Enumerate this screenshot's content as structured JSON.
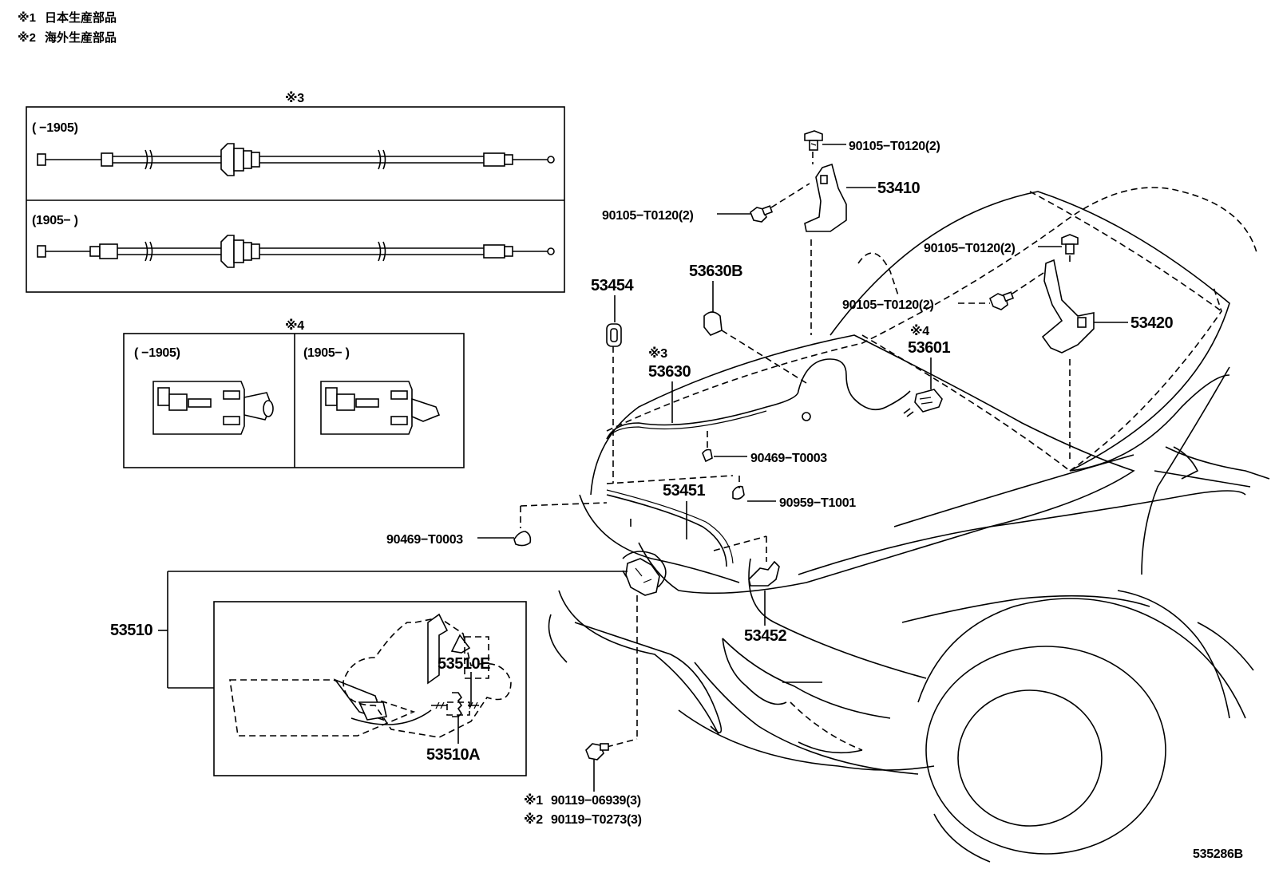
{
  "notes": [
    {
      "mark": "※1",
      "text": "日本生産部品"
    },
    {
      "mark": "※2",
      "text": "海外生産部品"
    }
  ],
  "inset3": {
    "mark": "※3",
    "rows": [
      {
        "range": "(      −1905)"
      },
      {
        "range": "(1905−       )"
      }
    ]
  },
  "inset4": {
    "mark": "※4",
    "panels": [
      {
        "range": "(      −1905)"
      },
      {
        "range": "(1905−       )"
      }
    ]
  },
  "callouts": {
    "p53410": "53410",
    "p53420": "53420",
    "bolt_hinge_top": "90105−T0120(2)",
    "bolt_hinge_left": "90105−T0120(2)",
    "bolt_right_top": "90105−T0120(2)",
    "bolt_right_mid": "90105−T0120(2)",
    "p53454": "53454",
    "p53630B": "53630B",
    "p53630_mark": "※3",
    "p53630": "53630",
    "p53601_mark": "※4",
    "p53601": "53601",
    "clip_upper": "90469−T0003",
    "clip_lower": "90469−T0003",
    "p53451": "53451",
    "p90959": "90959−T1001",
    "p53452": "53452",
    "p53510": "53510",
    "p53510E": "53510E",
    "p53510A": "53510A",
    "bolt_jp_mark": "※1",
    "bolt_jp": "90119−06939(3)",
    "bolt_ov_mark": "※2",
    "bolt_ov": "90119−T0273(3)"
  },
  "diagram_code": "535286B"
}
